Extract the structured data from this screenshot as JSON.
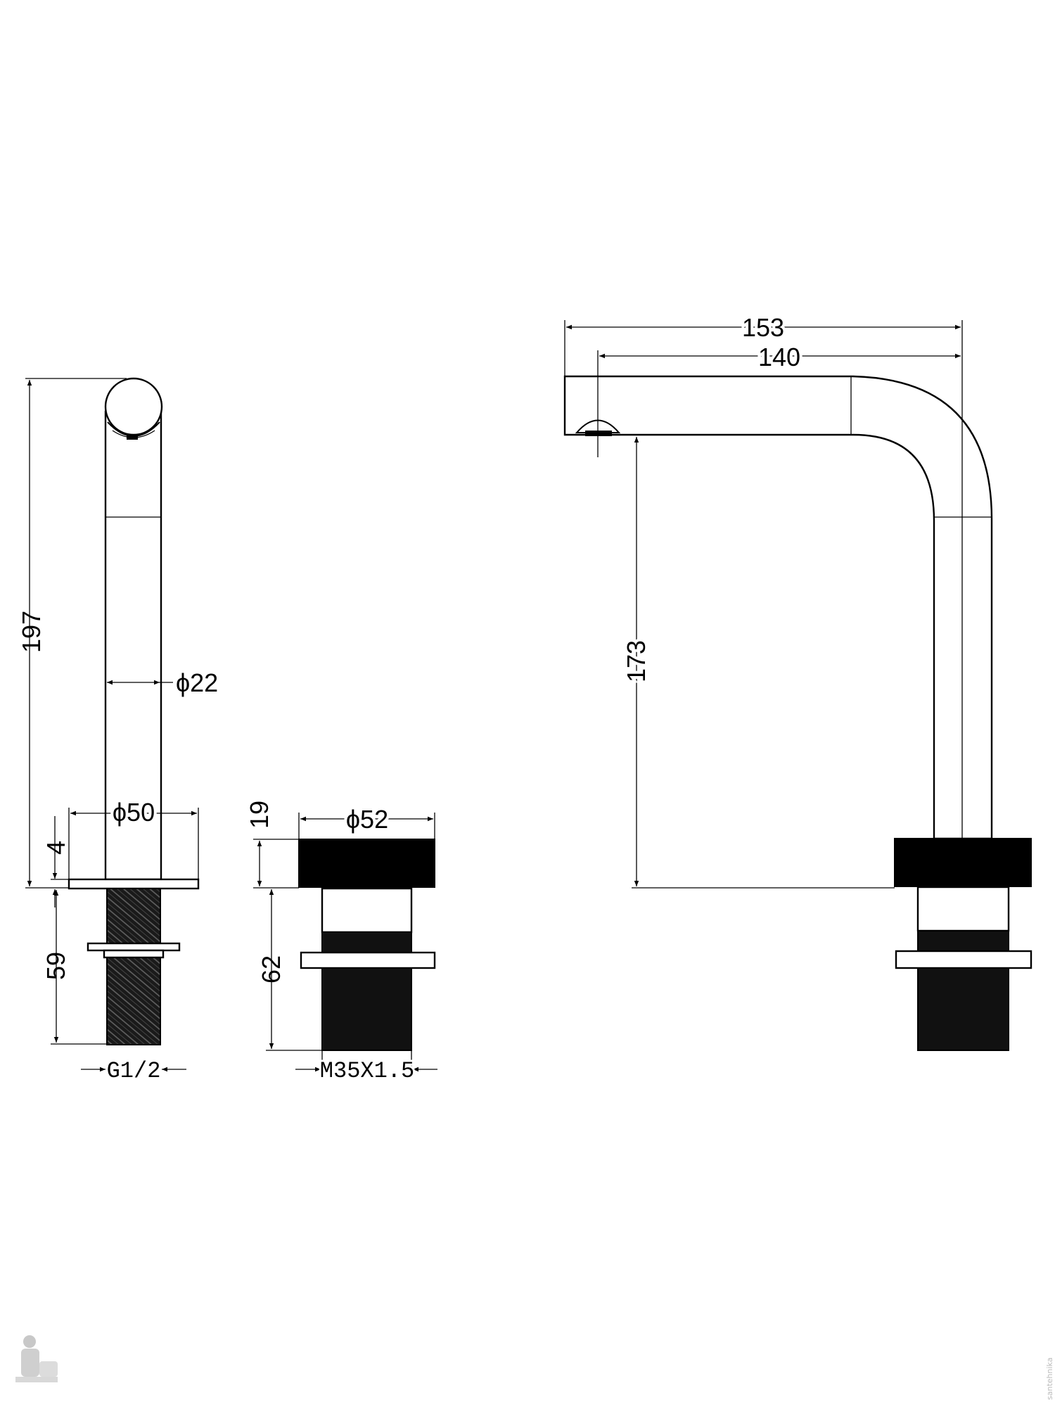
{
  "front_view": {
    "height": "197",
    "stem_diameter": "ϕ22",
    "flange_diameter": "ϕ50",
    "flange_thickness": "4",
    "shank_length": "59",
    "thread": "G1/2"
  },
  "mount_view": {
    "cap_height": "19",
    "cap_diameter": "ϕ52",
    "shank_length": "62",
    "thread": "M35X1.5"
  },
  "side_view": {
    "overall_reach": "153",
    "spout_reach": "140",
    "outlet_height": "173"
  },
  "watermark": {
    "text": "santehnika",
    "logo_icon": "plumber-logo-icon"
  }
}
